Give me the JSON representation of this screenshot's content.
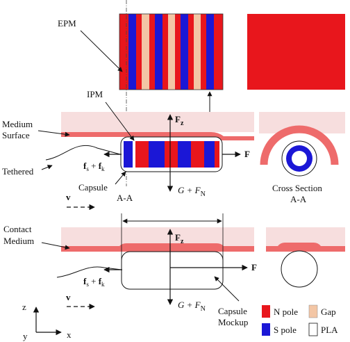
{
  "labels": {
    "epm": "EPM",
    "ipm": "IPM",
    "medium_surface_1": "Medium",
    "medium_surface_2": "Surface",
    "tethered": "Tethered",
    "capsule": "Capsule",
    "section_aa": "A-A",
    "cross_section_1": "Cross Section",
    "cross_section_2": "A-A",
    "contact_medium_1": "Contact",
    "contact_medium_2": "Medium",
    "capsule_mockup_1": "Capsule",
    "capsule_mockup_2": "Mockup"
  },
  "forces": {
    "fz_top": "F",
    "fz_top_sub": "z",
    "f_top": "F",
    "fs_fk_top": "f",
    "g_fn_top": "G + F",
    "g_fn_top_sub": "N",
    "fz_bot": "F",
    "fz_bot_sub": "z",
    "f_bot": "F",
    "fs_fk_bot": "f",
    "g_fn_bot": "G + F",
    "g_fn_bot_sub": "N",
    "v_top": "v",
    "v_bot": "v"
  },
  "axes": {
    "z": "z",
    "y": "y",
    "x": "x"
  },
  "legend": {
    "n_pole": "N pole",
    "gap": "Gap",
    "s_pole": "S pole",
    "pla": "PLA"
  },
  "colors": {
    "n_pole": "#e8161c",
    "s_pole": "#1b17d6",
    "gap": "#f3c6a5",
    "medium": "#f7dede",
    "surface": "#ee6b6b",
    "pla": "#ffffff"
  }
}
